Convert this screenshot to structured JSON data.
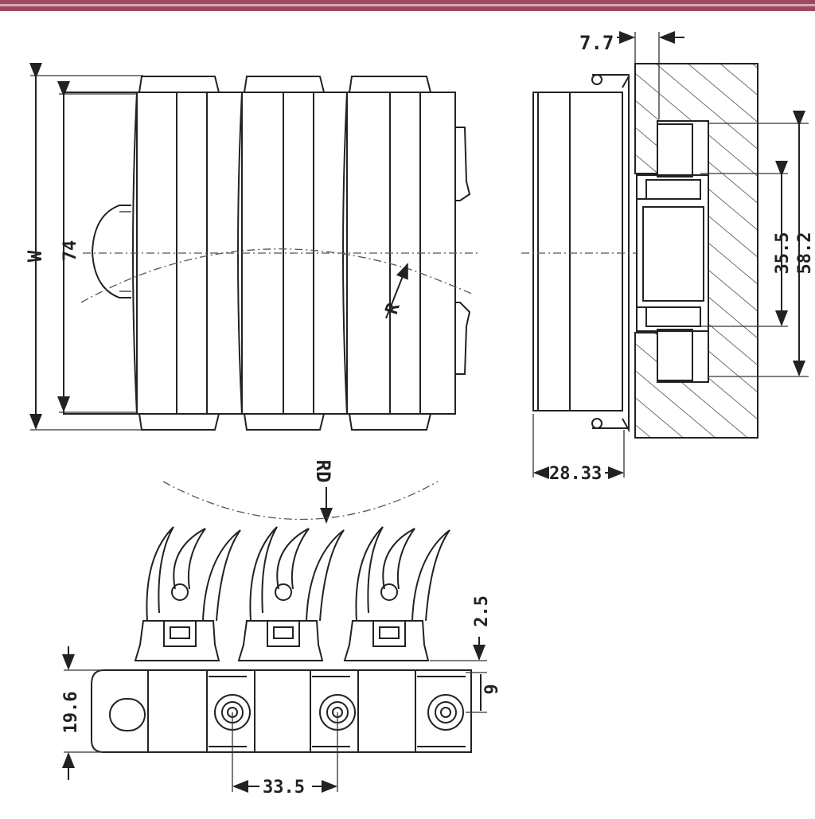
{
  "colors": {
    "top_band": "#9e4a5e",
    "line": "#222222",
    "hatch": "#333333"
  },
  "labels": {
    "dim_7_7": "7.7",
    "dim_W": "W",
    "dim_74": "74",
    "dim_R": "R",
    "dim_35_5": "35.5",
    "dim_58_2": "58.2",
    "dim_28_33": "28.33",
    "dim_RD": "RD",
    "dim_2_5": "2.5",
    "dim_9": "9",
    "dim_19_6": "19.6",
    "dim_33_5": "33.5"
  }
}
